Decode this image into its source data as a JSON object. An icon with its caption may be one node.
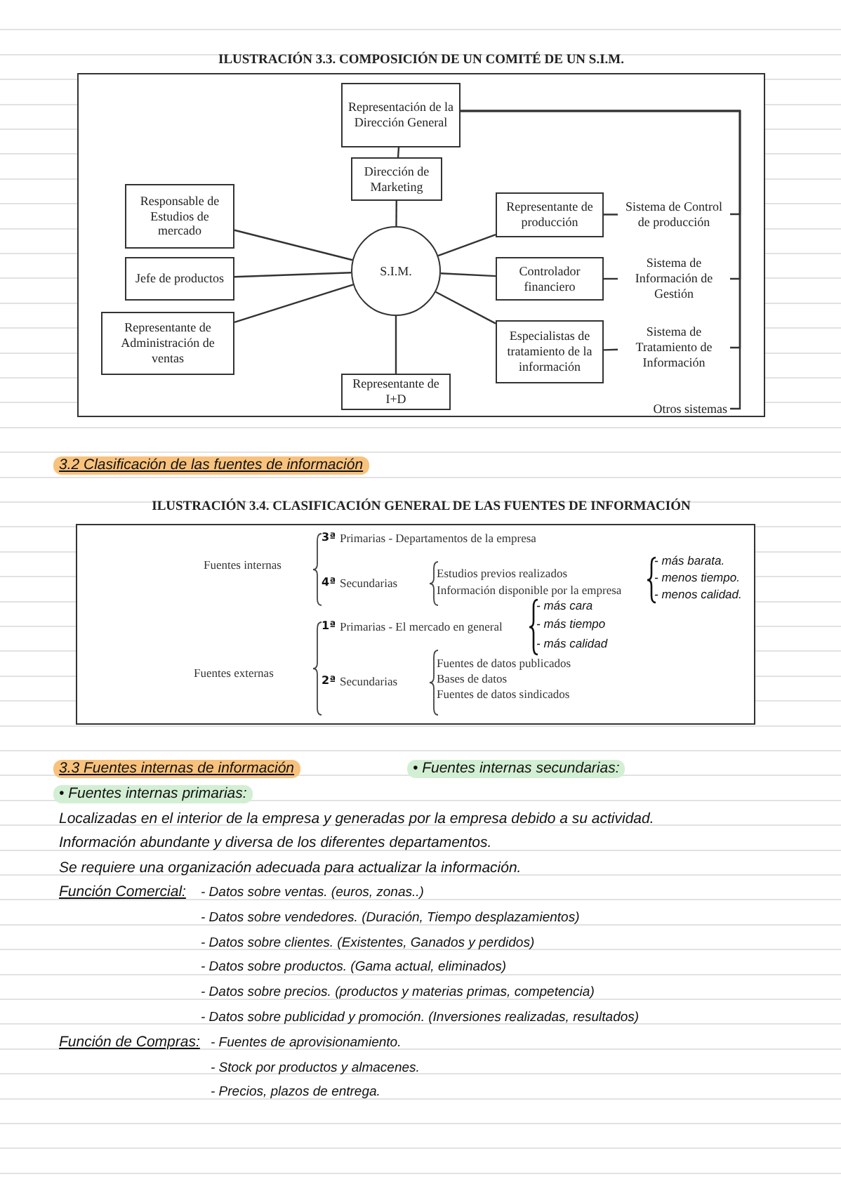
{
  "diagram": {
    "nodes": [
      {
        "text": [
          "Representación de la Dirección General"
        ]
      },
      {
        "text": [
          "Dirección de Marketing"
        ]
      },
      {
        "text": [
          "Responsable de Estudios de mercado"
        ]
      },
      {
        "text": [
          "Jefe de productos"
        ]
      },
      {
        "text": [
          "Representante de Administración de ventas"
        ]
      },
      {
        "text": [
          "S.I.M."
        ]
      },
      {
        "text": [
          "Representante de producción"
        ]
      },
      {
        "text": [
          "Controlador financiero"
        ]
      },
      {
        "text": [
          "Especialistas de tratamiento de la información"
        ]
      },
      {
        "text": [
          "Representante de I+D"
        ]
      },
      {
        "text": [
          "Sistema de Control de producción"
        ]
      },
      {
        "text": [
          "Sistema de Información de Gestión"
        ]
      },
      {
        "text": [
          "Sistema de Tratamiento de Información"
        ]
      },
      {
        "text": [
          "Otros sistemas"
        ]
      }
    ],
    "edges": [
      {
        "from": 0,
        "to": 1,
        "arrow": "none"
      },
      {
        "from": 1,
        "to": 5,
        "arrow": "none"
      },
      {
        "from": 2,
        "to": 5,
        "arrow": "none"
      },
      {
        "from": 3,
        "to": 5,
        "arrow": "none"
      },
      {
        "from": 4,
        "to": 5,
        "arrow": "none"
      },
      {
        "from": 5,
        "to": 6,
        "arrow": "none"
      },
      {
        "from": 5,
        "to": 7,
        "arrow": "none"
      },
      {
        "from": 5,
        "to": 8,
        "arrow": "none"
      },
      {
        "from": 5,
        "to": 9,
        "arrow": "none"
      },
      {
        "from": 6,
        "to": 10,
        "arrow": "none"
      },
      {
        "from": 7,
        "to": 11,
        "arrow": "none"
      },
      {
        "from": 8,
        "to": 12,
        "arrow": "none"
      },
      {
        "from": 0,
        "to": 10,
        "arrow": "none"
      },
      {
        "from": 0,
        "to": 11,
        "arrow": "none"
      },
      {
        "from": 0,
        "to": 12,
        "arrow": "none"
      },
      {
        "from": 0,
        "to": 13,
        "arrow": "none"
      }
    ],
    "labels": [
      "ILUSTRACIÓN 3.3. COMPOSICIÓN DE UN COMITÉ DE UN S.I.M.",
      "3.2 Clasificación de las fuentes de información",
      "ILUSTRACIÓN 3.4. CLASIFICACIÓN GENERAL DE LAS FUENTES DE INFORMACIÓN",
      "Fuentes internas",
      "3ª",
      "Primarias - Departamentos de la empresa",
      "4ª",
      "Secundarias",
      "Estudios previos realizados",
      "Información disponible por la empresa",
      "- más barata.",
      "- menos tiempo.",
      "- menos calidad.",
      "- más cara",
      "1ª",
      "Primarias - El mercado en general",
      "- más tiempo",
      "- más calidad",
      "Fuentes externas",
      "2ª",
      "Secundarias",
      "Fuentes de datos publicados",
      "Bases de datos",
      "Fuentes de datos sindicados",
      "3.3 Fuentes internas de información",
      "• Fuentes internas secundarias:",
      "• Fuentes internas primarias:",
      "Localizadas en el interior de la empresa y generadas por la empresa debido a su actividad.",
      "Información abundante y diversa de los diferentes departamentos.",
      "Se requiere una organización adecuada para actualizar la información.",
      "Función Comercial:",
      "- Datos sobre ventas. (euros, zonas..)",
      "- Datos sobre vendedores. (Duración, Tiempo desplazamientos)",
      "- Datos sobre clientes. (Existentes, Ganados y perdidos)",
      "- Datos sobre productos. (Gama actual, eliminados)",
      "- Datos sobre precios. (productos y materias primas, competencia)",
      "- Datos sobre publicidad y promoción. (Inversiones realizadas, resultados)",
      "Función de Compras:",
      "- Fuentes de aprovisionamiento.",
      "- Stock por productos y almacenes.",
      "- Precios, plazos de entrega."
    ]
  }
}
